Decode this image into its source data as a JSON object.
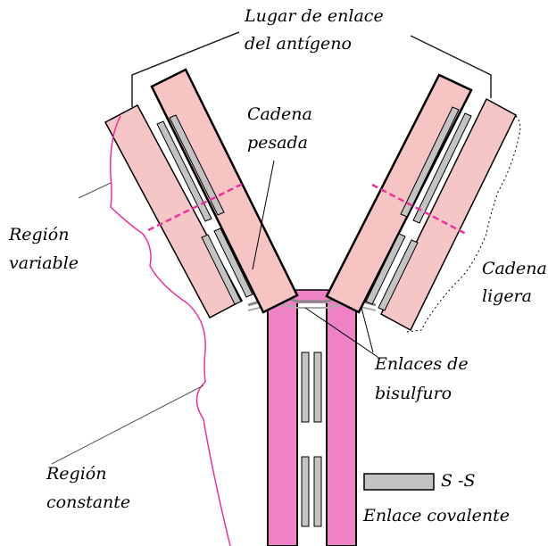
{
  "labels": {
    "antigen_site_line1": "Lugar de enlace",
    "antigen_site_line2": "del antígeno",
    "heavy_chain_line1": "Cadena",
    "heavy_chain_line2": "pesada",
    "variable_region_line1": "Región",
    "variable_region_line2": "variable",
    "light_chain_line1": "Cadena",
    "light_chain_line2": "ligera",
    "disulfide_line1": "Enlaces de",
    "disulfide_line2": "bisulfuro",
    "constant_region_line1": "Región",
    "constant_region_line2": "constante"
  },
  "legend": {
    "symbol_text": "S -S",
    "caption": "Enlace covalente"
  },
  "colors": {
    "light_chain_fill": "#f4c6c6",
    "heavy_chain_fill": "#f7c4c4",
    "stem_fill": "#ee82c4",
    "bond_fill": "#c3c3c3",
    "magenta_marker": "#f0309c",
    "outline": "#000000"
  }
}
